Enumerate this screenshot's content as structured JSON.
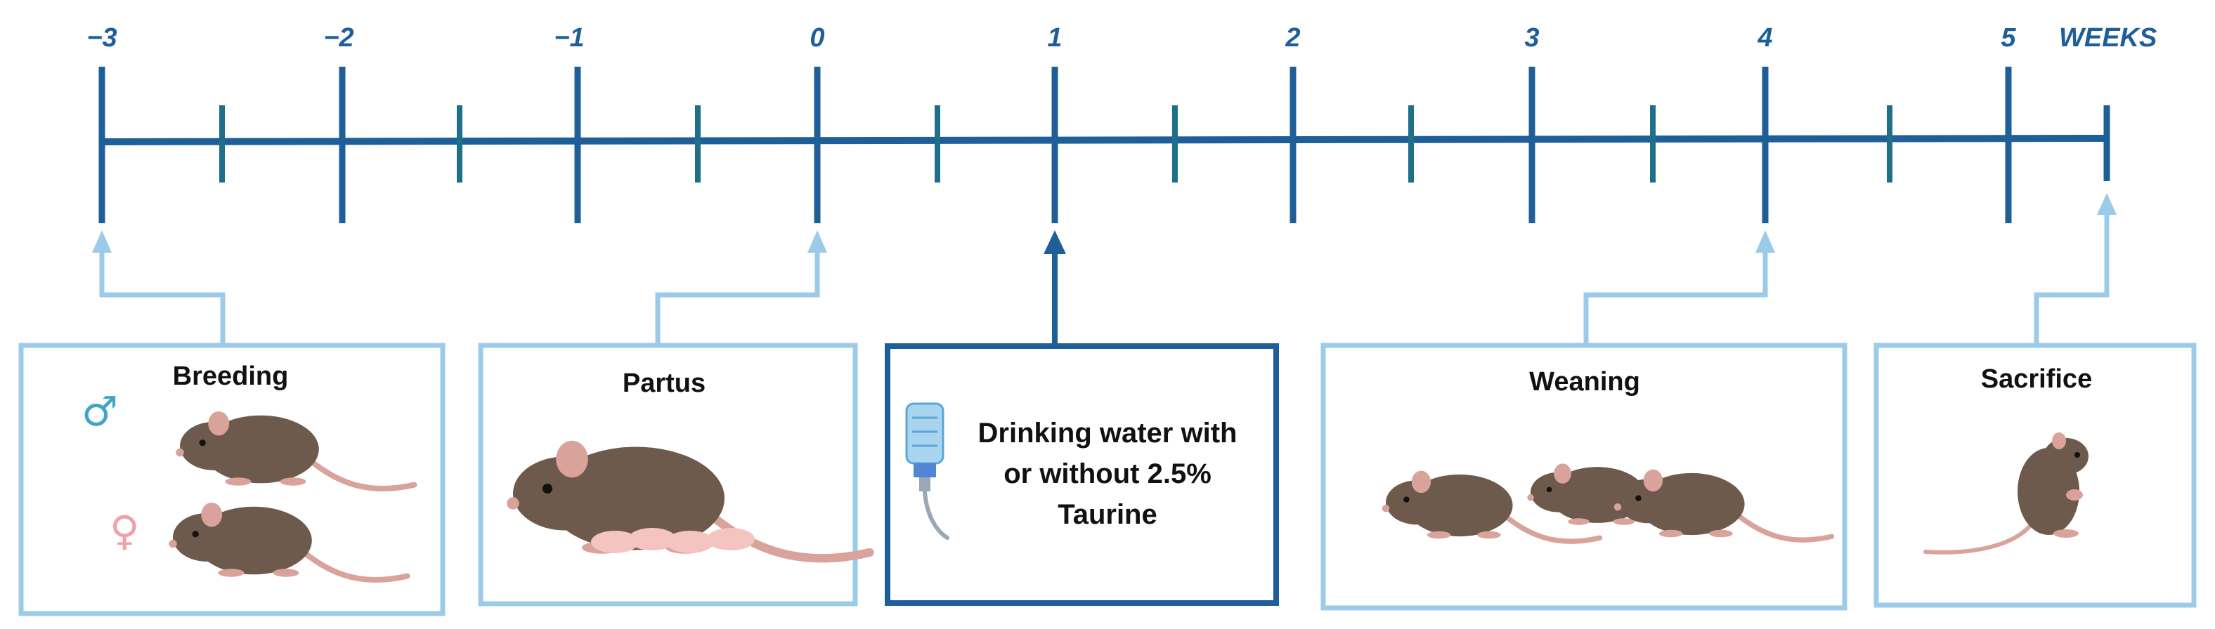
{
  "timeline": {
    "tick_labels": [
      "−3",
      "−2",
      "−1",
      "0",
      "1",
      "2",
      "3",
      "4",
      "5"
    ],
    "unit_label": "WEEKS"
  },
  "events": {
    "breeding": {
      "title": "Breeding",
      "male_symbol": "♂",
      "female_symbol": "♀"
    },
    "partus": {
      "title": "Partus"
    },
    "treatment": {
      "line1": "Drinking water with",
      "line2": "or without 2.5%",
      "line3": "Taurine"
    },
    "weaning": {
      "title": "Weaning"
    },
    "sacrifice": {
      "title": "Sacrifice"
    }
  },
  "colors": {
    "axis": "#1f5f99",
    "minor_tick": "#1f6f8b",
    "light_box": "#9ccbe9",
    "dark_box": "#1f5f99",
    "mouse_body": "#6e5a4c",
    "mouse_pink": "#d9a39c",
    "pup": "#f3c4c0",
    "male": "#41a6c6",
    "female": "#f0a0a8"
  },
  "icons": [
    "mouse-icon",
    "male-symbol-icon",
    "female-symbol-icon",
    "water-bottle-icon",
    "arrow-up-icon"
  ]
}
